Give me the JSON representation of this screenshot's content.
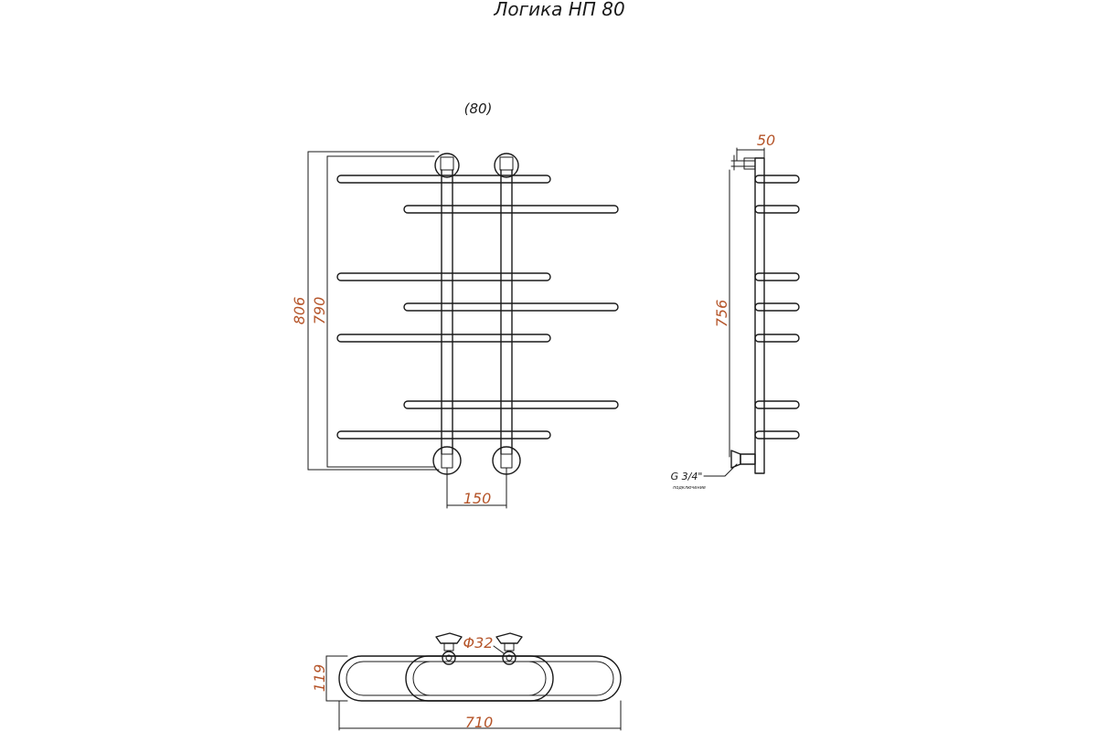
{
  "title": "Логика НП 80",
  "front_view": {
    "center_distance_label": "(80)",
    "height_outer": "806",
    "height_inner": "790",
    "axis_distance": "150"
  },
  "side_view": {
    "depth": "50",
    "height": "756",
    "connection": "G 3/4\"",
    "connection_note": "подключение"
  },
  "top_view": {
    "pipe_diameter": "Φ32",
    "depth": "119",
    "width": "710"
  },
  "colors": {
    "line": "#1a1a1a",
    "dimension_text": "#b5552a"
  }
}
